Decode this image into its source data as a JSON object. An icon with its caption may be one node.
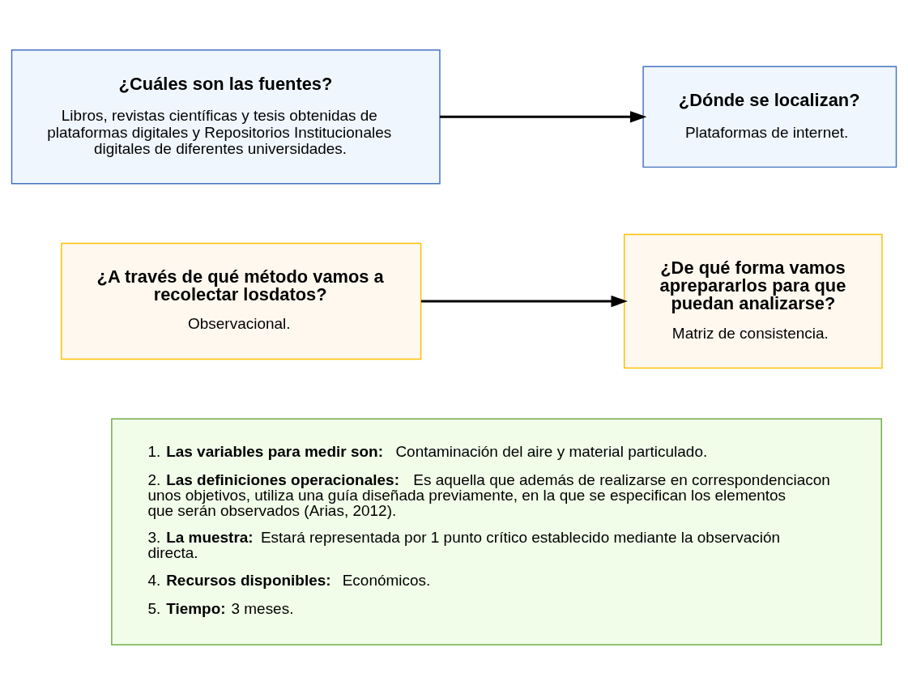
{
  "diagram": {
    "nodes": [
      {
        "text": [
          "¿Cuáles son las fuentes?",
          "Libros, revistas científicas y tesis obtenidas de plataformas digitales y Repositorios Institucionales digitales de diferentes universidades."
        ]
      },
      {
        "text": [
          "¿Dónde se localizan?",
          "Plataformas de internet."
        ]
      },
      {
        "text": [
          "¿A través de qué método vamos a recolectar losdatos?",
          "Observacional."
        ]
      },
      {
        "text": [
          "¿De qué forma vamos aprepararlos para que puedan analizarse?",
          "Matriz de consistencia."
        ]
      },
      {
        "text": [
          "1. **Las variables para medir son:** Contaminación del aire y material particulado.",
          "2. **Las definiciones operacionales:** Es aquella que además de realizarse en correspondenciacon unos objetivos, utiliza una guía diseñada previamente, en la que se especifican los elementos que serán observados (Arias, 2012).",
          "3. **La muestra:** Estará representada por 1 punto crítico establecido mediante la observación directa.",
          "4. **Recursos disponibles:** Económicos.",
          "5. **Tiempo:** 3 meses."
        ]
      }
    ],
    "edges": [
      {
        "from": 0,
        "to": 1,
        "arrow": "to"
      },
      {
        "from": 2,
        "to": 3,
        "arrow": "to"
      }
    ]
  }
}
